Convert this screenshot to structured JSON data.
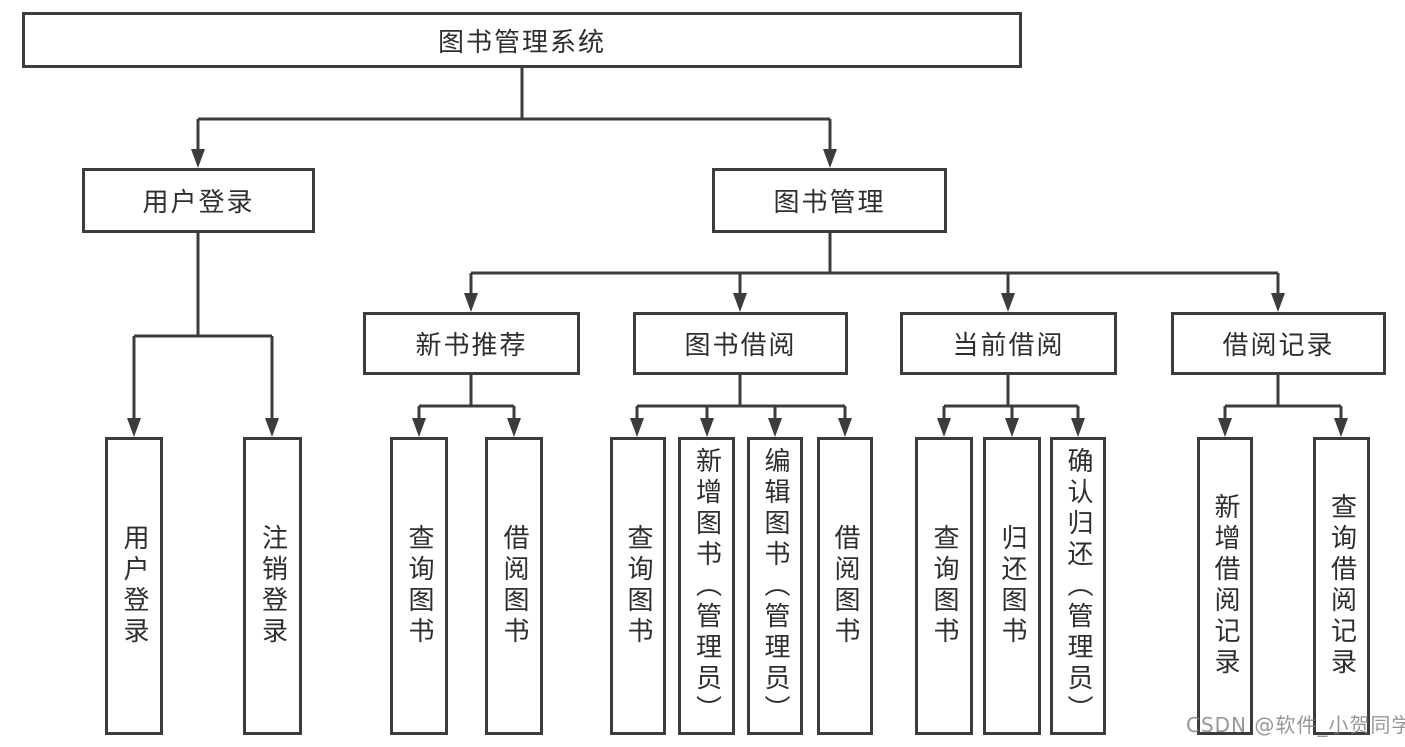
{
  "tree": {
    "label": "图书管理系统",
    "children": [
      {
        "label": "用户登录",
        "children": [
          {
            "label": "用户登录"
          },
          {
            "label": "注销登录"
          }
        ]
      },
      {
        "label": "图书管理",
        "children": [
          {
            "label": "新书推荐",
            "children": [
              {
                "label": "查询图书"
              },
              {
                "label": "借阅图书"
              }
            ]
          },
          {
            "label": "图书借阅",
            "children": [
              {
                "label": "查询图书"
              },
              {
                "label": "新增图书（管理员）"
              },
              {
                "label": "编辑图书（管理员）"
              },
              {
                "label": "借阅图书"
              }
            ]
          },
          {
            "label": "当前借阅",
            "children": [
              {
                "label": "查询图书"
              },
              {
                "label": "归还图书"
              },
              {
                "label": "确认归还（管理员）"
              }
            ]
          },
          {
            "label": "借阅记录",
            "children": [
              {
                "label": "新增借阅记录"
              },
              {
                "label": "查询借阅记录"
              }
            ]
          }
        ]
      }
    ]
  },
  "colors": {
    "line": "#3c3c3c",
    "text": "#2e2e2e",
    "watermark": "#808080",
    "background": "#ffffff"
  },
  "watermark": {
    "text": "CSDN @软件_小贺同学"
  }
}
